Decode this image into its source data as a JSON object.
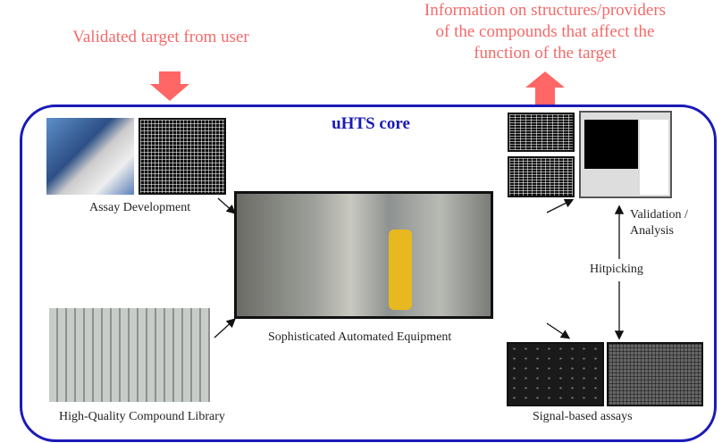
{
  "input_label": "Validated target from user",
  "output_label": [
    "Information on structures/providers",
    "of the compounds that affect the",
    "function of the target"
  ],
  "core_title": "uHTS core",
  "captions": {
    "assay": "Assay Development",
    "equipment": "Sophisticated Automated Equipment",
    "library": "High-Quality Compound Library",
    "validation": [
      "Validation /",
      "Analysis"
    ],
    "hitpicking": "Hitpicking",
    "signal": "Signal-based assays"
  },
  "colors": {
    "arrow": "#ff6666",
    "core_border": "#1a1ab8",
    "title": "#1a1ab8"
  }
}
